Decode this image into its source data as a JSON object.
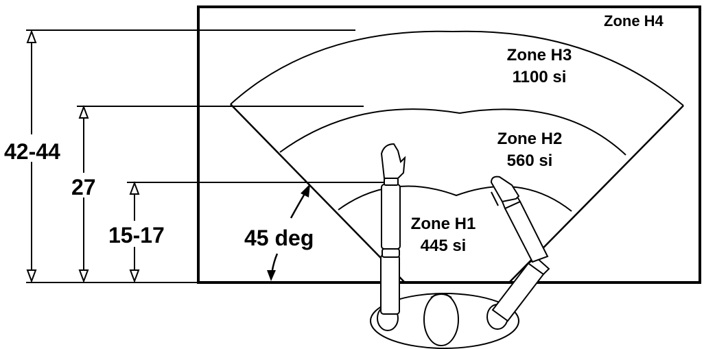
{
  "zones": {
    "h4": {
      "name": "Zone H4"
    },
    "h3": {
      "name": "Zone H3",
      "area": "1100 si"
    },
    "h2": {
      "name": "Zone H2",
      "area": "560 si"
    },
    "h1": {
      "name": "Zone H1",
      "area": "445 si"
    }
  },
  "dimensions": {
    "outer": "42-44",
    "middle": "27",
    "inner": "15-17"
  },
  "angle": {
    "label": "45 deg"
  },
  "colors": {
    "stroke": "#000000",
    "background": "#ffffff"
  }
}
